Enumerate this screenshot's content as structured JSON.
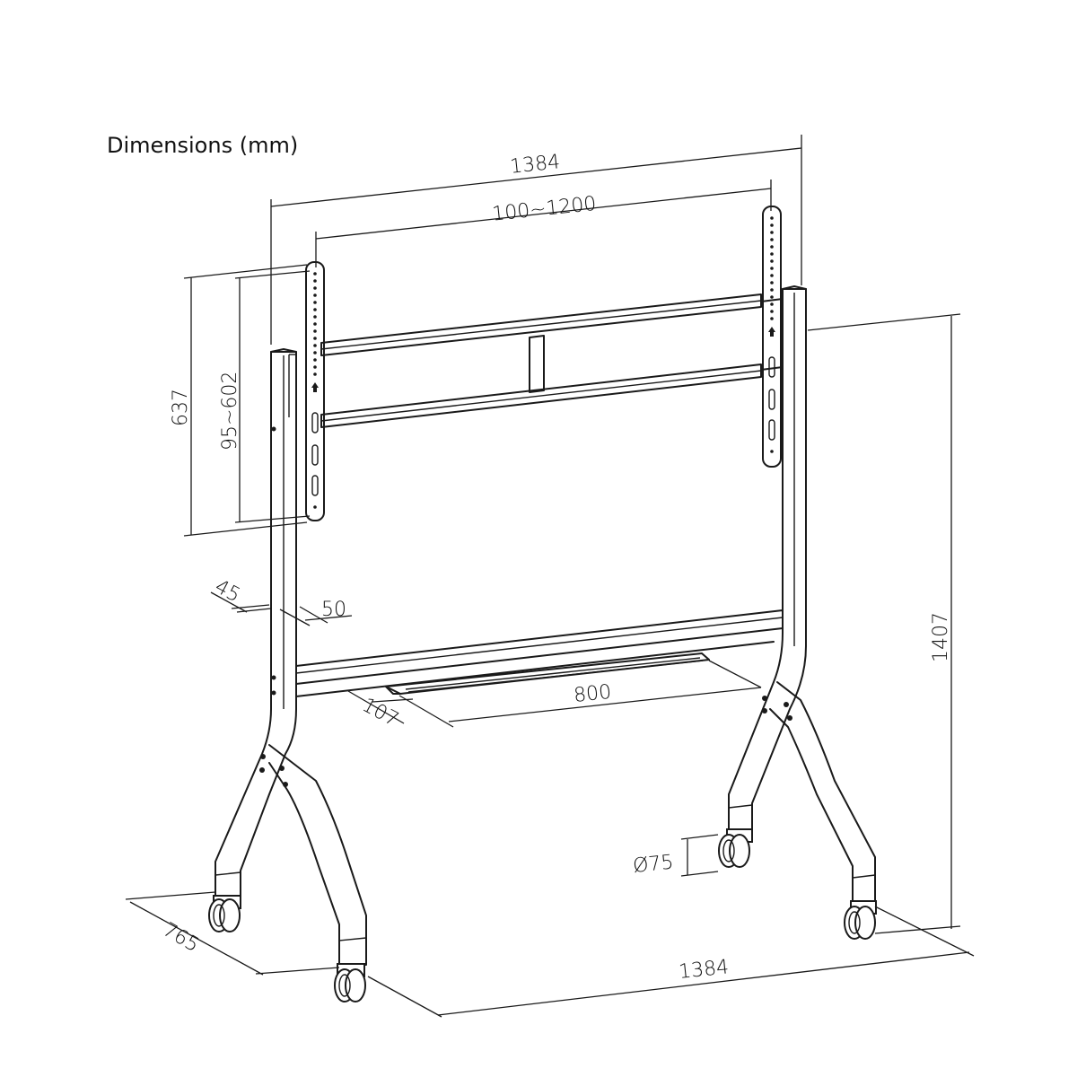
{
  "title": "Dimensions (mm)",
  "dimensions": {
    "overall_top_width": "1384",
    "vesa_horizontal": "100~1200",
    "bracket_height": "637",
    "vesa_vertical": "95~602",
    "column_depth": "45",
    "column_width": "50",
    "shelf_width": "800",
    "shelf_depth": "107",
    "caster_diameter": "Ø75",
    "overall_height": "1407",
    "base_depth": "765",
    "base_width": "1384"
  }
}
